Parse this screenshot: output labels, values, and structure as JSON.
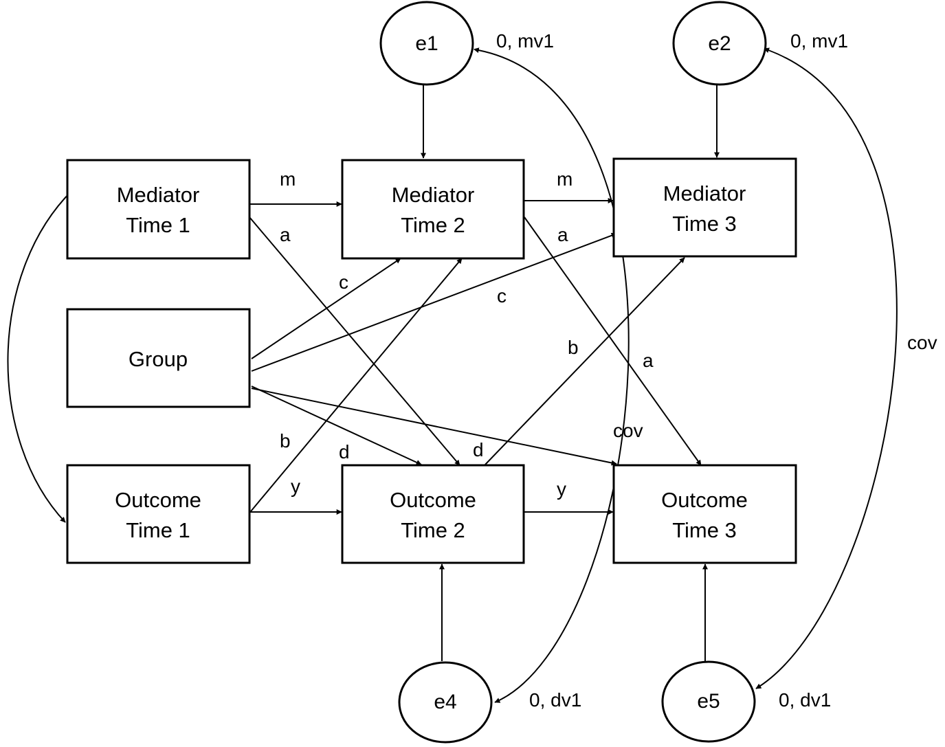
{
  "nodes": {
    "mediator_t1": {
      "line1": "Mediator",
      "line2": "Time 1"
    },
    "mediator_t2": {
      "line1": "Mediator",
      "line2": "Time 2"
    },
    "mediator_t3": {
      "line1": "Mediator",
      "line2": "Time 3"
    },
    "group": {
      "line1": "Group"
    },
    "outcome_t1": {
      "line1": "Outcome",
      "line2": "Time 1"
    },
    "outcome_t2": {
      "line1": "Outcome",
      "line2": "Time 2"
    },
    "outcome_t3": {
      "line1": "Outcome",
      "line2": "Time 3"
    }
  },
  "errors": {
    "e1": {
      "label": "e1",
      "param": "0, mv1"
    },
    "e2": {
      "label": "e2",
      "param": "0, mv1"
    },
    "e4": {
      "label": "e4",
      "param": "0, dv1"
    },
    "e5": {
      "label": "e5",
      "param": "0, dv1"
    }
  },
  "paths": {
    "m_12": "m",
    "m_23": "m",
    "a_12": "a",
    "a_23": "a",
    "a_mid": "a",
    "c_g2": "c",
    "c_g3": "c",
    "b_12": "b",
    "b_23": "b",
    "d_g2": "d",
    "d_g3": "d",
    "y_12": "y",
    "y_23": "y",
    "cov_1": "cov",
    "cov_2": "cov"
  }
}
